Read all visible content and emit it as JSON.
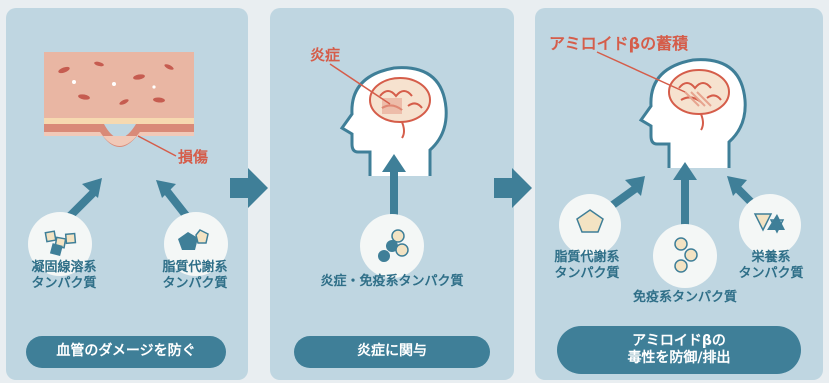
{
  "panel1": {
    "damage_label": "損傷",
    "protein_left": [
      "凝固線溶系",
      "タンパク質"
    ],
    "protein_right": [
      "脂質代謝系",
      "タンパク質"
    ],
    "caption": "血管のダメージを防ぐ"
  },
  "panel2": {
    "inflammation_label": "炎症",
    "protein": "炎症・免疫系タンパク質",
    "caption": "炎症に関与"
  },
  "panel3": {
    "amyloid_label": "アミロイドβの蓄積",
    "protein_left": [
      "脂質代謝系",
      "タンパク質"
    ],
    "protein_center": "免疫系タンパク質",
    "protein_right": [
      "栄養系",
      "タンパク質"
    ],
    "caption_line1": "アミロイドβの",
    "caption_line2": "毒性を防御/排出"
  },
  "colors": {
    "panel_bg": "#bfd6e1",
    "accent": "#3f7f98",
    "label_red": "#d55d4a",
    "text_blue": "#2f6f88"
  }
}
